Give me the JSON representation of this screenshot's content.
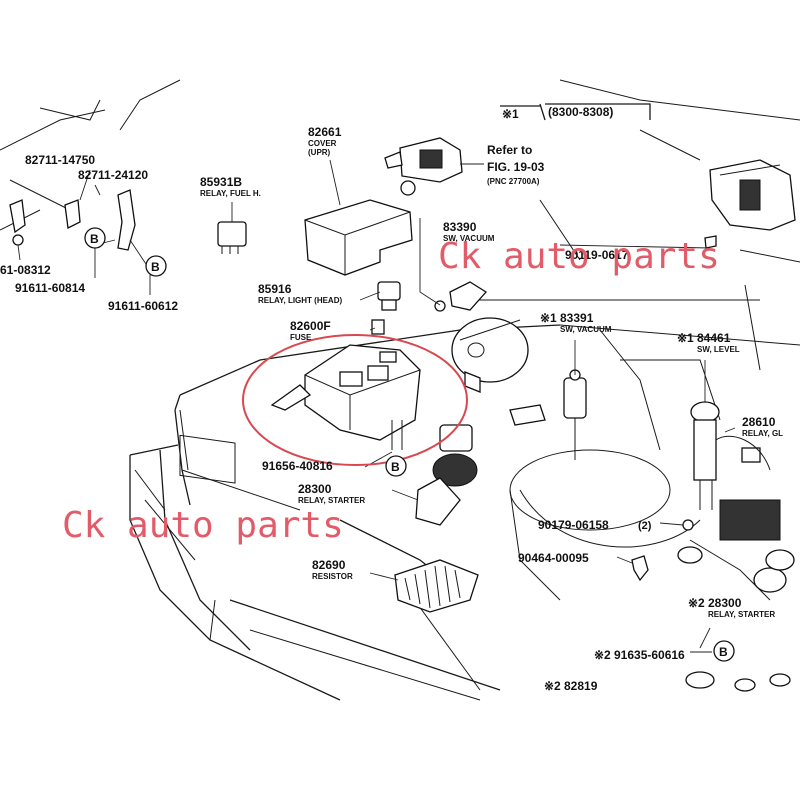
{
  "watermark": {
    "text": "Ck auto parts",
    "color": "#e25b68"
  },
  "highlight_color": "#d9484f",
  "header": {
    "mark": "※1",
    "code": "(8300-8308)"
  },
  "parts": [
    {
      "id": "p-82711-14750",
      "number": "82711-14750",
      "desc": ""
    },
    {
      "id": "p-82711-24120",
      "number": "82711-24120",
      "desc": ""
    },
    {
      "id": "p-85931b",
      "number": "85931B",
      "desc": "RELAY, FUEL H."
    },
    {
      "id": "p-82661",
      "number": "82661",
      "desc": "COVER\n(UPR)"
    },
    {
      "id": "p-83390",
      "number": "83390",
      "desc": "SW, VACUUM"
    },
    {
      "id": "p-90119",
      "number": "90119-0617",
      "desc": ""
    },
    {
      "id": "p-61-08312",
      "number": "61-08312",
      "desc": ""
    },
    {
      "id": "p-91611-60814",
      "number": "91611-60814",
      "desc": ""
    },
    {
      "id": "p-91611-60612",
      "number": "91611-60612",
      "desc": ""
    },
    {
      "id": "p-85916",
      "number": "85916",
      "desc": "RELAY, LIGHT (HEAD)"
    },
    {
      "id": "p-82600f",
      "number": "82600F",
      "desc": "FUSE"
    },
    {
      "id": "p-83391",
      "number": "83391",
      "desc": "SW, VACUUM",
      "mark": "※1"
    },
    {
      "id": "p-84461",
      "number": "84461",
      "desc": "SW, LEVEL",
      "mark": "※1"
    },
    {
      "id": "p-28610",
      "number": "28610",
      "desc": "RELAY, GL"
    },
    {
      "id": "p-91656",
      "number": "91656-40816",
      "desc": ""
    },
    {
      "id": "p-28300a",
      "number": "28300",
      "desc": "RELAY, STARTER"
    },
    {
      "id": "p-90179",
      "number": "90179-06158",
      "desc": "(2)"
    },
    {
      "id": "p-90464",
      "number": "90464-00095",
      "desc": ""
    },
    {
      "id": "p-82690",
      "number": "82690",
      "desc": "RESISTOR"
    },
    {
      "id": "p-28300b",
      "number": "28300",
      "desc": "RELAY, STARTER",
      "mark": "※2"
    },
    {
      "id": "p-91635",
      "number": "91635-60616",
      "desc": "",
      "mark": "※2"
    },
    {
      "id": "p-82819",
      "number": "82819",
      "desc": "",
      "mark": "※2"
    }
  ],
  "refer": {
    "line1": "Refer to",
    "line2": "FIG. 19-03",
    "line3": "(PNC 27700A)"
  },
  "bolt_badge": "B"
}
